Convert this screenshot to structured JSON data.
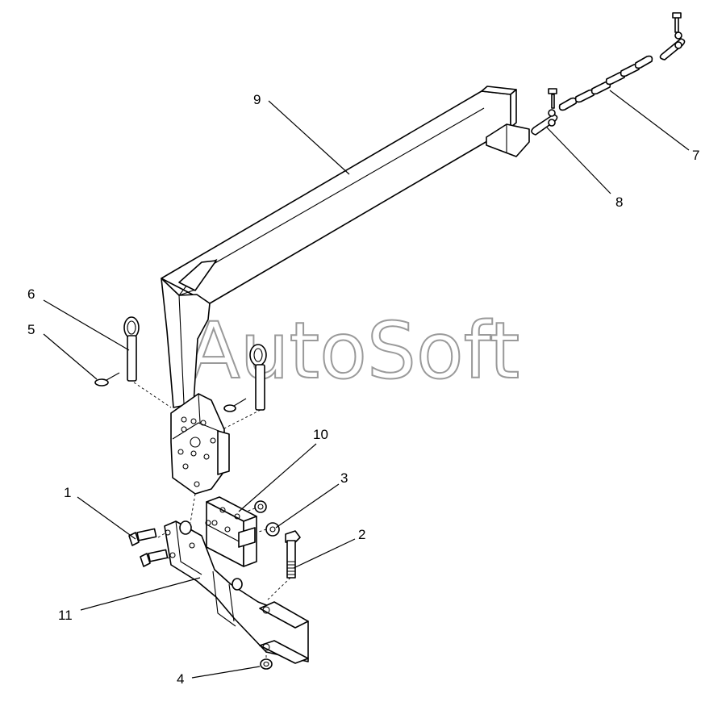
{
  "watermark": "AutoSoft",
  "callouts": [
    {
      "id": "c1",
      "text": "1"
    },
    {
      "id": "c2",
      "text": "2"
    },
    {
      "id": "c3",
      "text": "3"
    },
    {
      "id": "c4",
      "text": "4"
    },
    {
      "id": "c5",
      "text": "5"
    },
    {
      "id": "c6",
      "text": "6"
    },
    {
      "id": "c7",
      "text": "7"
    },
    {
      "id": "c8",
      "text": "8"
    },
    {
      "id": "c9",
      "text": "9"
    },
    {
      "id": "c10",
      "text": "10"
    },
    {
      "id": "c11",
      "text": "11"
    }
  ]
}
